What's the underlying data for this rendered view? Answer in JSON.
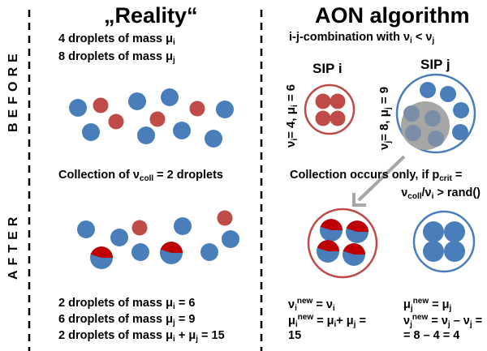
{
  "colors": {
    "blue": "#4a7ebb",
    "red": "#be4b48",
    "dark_red": "#c00000",
    "gray": "#a6a6a6",
    "gray_dot": "#7a8ea8"
  },
  "side_labels": {
    "before": "BEFORE",
    "after": "AFTER"
  },
  "reality": {
    "title": "„Reality“",
    "before_lines": [
      {
        "text": "4 droplets of mass μ",
        "sub": "i"
      },
      {
        "text": "8 droplets of mass μ",
        "sub": "j"
      }
    ],
    "collection": {
      "a": "Collection of ν",
      "sub": "coll",
      "b": " = 2 droplets"
    },
    "after_lines": [
      {
        "a": "2 droplets of mass μ",
        "sub": "i",
        "b": " = 6"
      },
      {
        "a": "6 droplets of mass μ",
        "sub": "j",
        "b": " = 9"
      },
      {
        "a": "2 droplets of mass μ",
        "sub": "i",
        "b": " + μ",
        "sub2": "j",
        "c": " = 15"
      }
    ]
  },
  "aon": {
    "title": "AON algorithm",
    "combination": {
      "a": "i-j-combination with ν",
      "sub": "i",
      "b": " < ν",
      "sub2": "j"
    },
    "sip_i": {
      "label": "SIP i",
      "a": "ν",
      "sub": "i",
      "b": "= 4, μ",
      "sub2": "i",
      "c": " = 6"
    },
    "sip_j": {
      "label": "SIP j",
      "a": "ν",
      "sub": "j",
      "b": "= 8, μ",
      "sub2": "j",
      "c": " = 9"
    },
    "condition": {
      "a": "Collection occurs only, if p",
      "sub": "crit",
      "b": " =",
      "c": "ν",
      "sub2": "coll",
      "d": "/ν",
      "sub3": "i",
      "e": " > rand()"
    },
    "result_i": {
      "l1a": "ν",
      "l1sub": "i",
      "l1sup": "new",
      "l1b": " = ν",
      "l1sub2": "i",
      "l2a": "μ",
      "l2sub": "i",
      "l2sup": "new",
      "l2b": " = μ",
      "l2sub2": "i",
      "l2c": "+ μ",
      "l2sub3": "j",
      "l2d": " =",
      "l3": "15"
    },
    "result_j": {
      "l1a": "μ",
      "l1sub": "j",
      "l1sup": "new",
      "l1b": " = μ",
      "l1sub2": "j",
      "l2a": "ν",
      "l2sub": "j",
      "l2sup": "new",
      "l2b": " = ν",
      "l2sub2": "j",
      "l2c": " – ν",
      "l2sub3": "j",
      "l2d": " =",
      "l3": "= 8 – 4 = 4"
    }
  }
}
